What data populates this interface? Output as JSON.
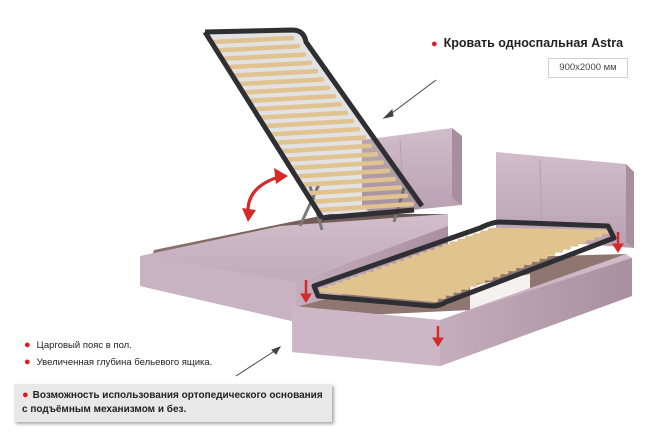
{
  "header": {
    "title": "Кровать односпальная Astra",
    "size": "900х2000 мм"
  },
  "features": [
    "Царговый пояс в пол.",
    "Увеличенная глубина бельевого ящика."
  ],
  "note": {
    "line1": "Возможность использования ортопедического основания",
    "line2": "с подъёмным механизмом и без."
  },
  "colors": {
    "upholstery": "#c8b2c0",
    "upholstery_dark": "#b39aab",
    "frame": "#2f2f33",
    "slat": "#e3c79a",
    "bullet": "#e01b1b",
    "arrow": "#d42a2a"
  },
  "icons": {
    "bullet": "bullet-dot-icon",
    "lift_arrow": "curved-double-arrow-icon",
    "pointer": "callout-pointer-icon"
  }
}
